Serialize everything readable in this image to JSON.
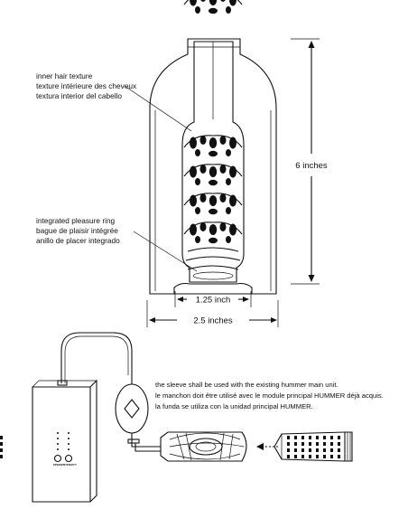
{
  "callouts": {
    "hair_texture": {
      "en": "inner hair texture",
      "fr": "texture intérieure des cheveux",
      "es": "textura interior del cabello"
    },
    "pleasure_ring": {
      "en": "integrated pleasure ring",
      "fr": "bague de plaisir intégrée",
      "es": "anillo de placer integrado"
    }
  },
  "dimensions": {
    "height": "6 inches",
    "opening": "1.25 inch",
    "width": "2.5 inches"
  },
  "instructions": {
    "en": "the sleeve shall be used with the existing hummer main unit.",
    "fr": "le manchon doit être utilisé avec le module principal HUMMER déjà acquis.",
    "es": "la funda se utiliza con la unidad principal HUMMER."
  },
  "unit_labels": {
    "speed": "SPEED",
    "intensity": "INTENSITY"
  },
  "colors": {
    "line": "#111111",
    "background": "#ffffff"
  }
}
